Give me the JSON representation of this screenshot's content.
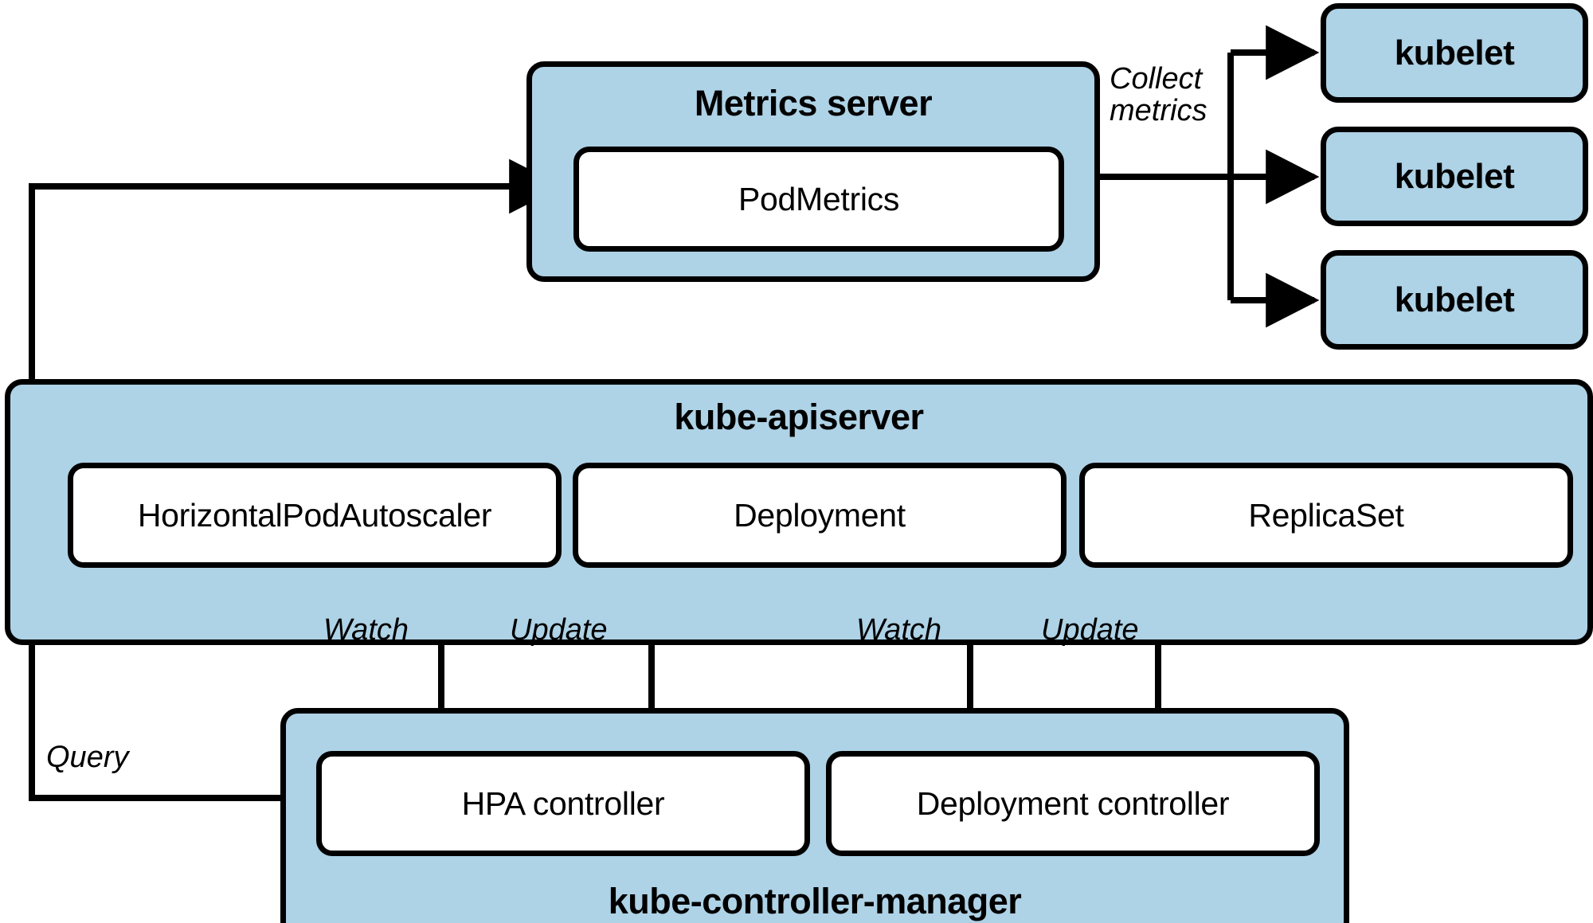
{
  "diagram": {
    "title": "Kubernetes Horizontal Pod Autoscaler data flow",
    "colors": {
      "group_fill": "#aed2e6",
      "leaf_fill": "#ffffff",
      "stroke": "#000000",
      "background": "#ffffff"
    }
  },
  "metrics_server": {
    "title": "Metrics server",
    "children": [
      {
        "label": "PodMetrics"
      }
    ]
  },
  "kubelets": [
    {
      "label": "kubelet"
    },
    {
      "label": "kubelet"
    },
    {
      "label": "kubelet"
    }
  ],
  "kube_apiserver": {
    "title": "kube-apiserver",
    "children": [
      {
        "label": "HorizontalPodAutoscaler"
      },
      {
        "label": "Deployment"
      },
      {
        "label": "ReplicaSet"
      }
    ]
  },
  "kube_controller_manager": {
    "title": "kube-controller-manager",
    "children": [
      {
        "label": "HPA controller"
      },
      {
        "label": "Deployment controller"
      }
    ]
  },
  "edge_labels": {
    "collect_metrics_line1": "Collect",
    "collect_metrics_line2": "metrics",
    "watch_hpa": "Watch",
    "update_hpa": "Update",
    "watch_deployment": "Watch",
    "update_deployment": "Update",
    "query": "Query"
  }
}
